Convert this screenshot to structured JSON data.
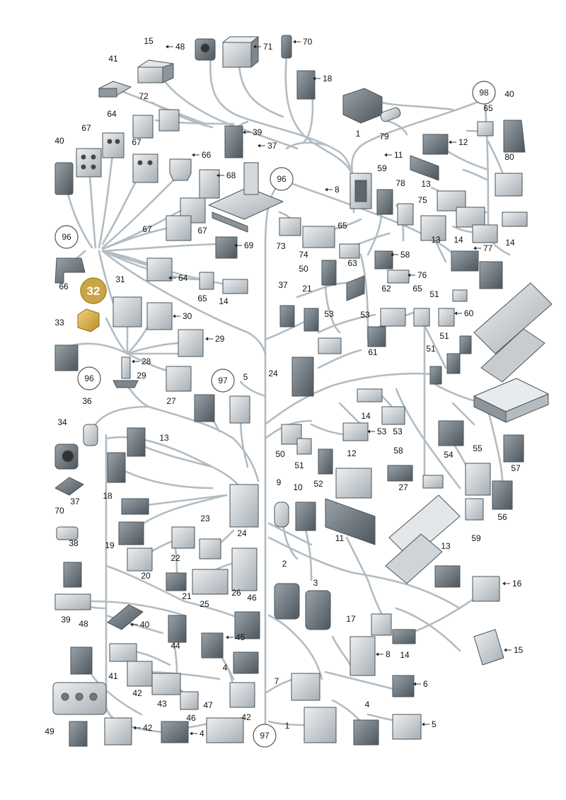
{
  "colors": {
    "wire": "#a9b4bb",
    "wire_dark": "#6d7880",
    "part_light": "#d9dde0",
    "part_mid": "#a8b0b6",
    "part_dark": "#5d666d",
    "highlight": "#c9a545",
    "highlight_ring": "#a88523",
    "ref_circle_fill": "#ffffff",
    "ref_circle_stroke": "#555555"
  },
  "references": [
    "98",
    "96",
    "96",
    "96",
    "97",
    "97"
  ],
  "highlighted_callout": "32",
  "callouts": [
    "15",
    "48",
    "71",
    "70",
    "41",
    "18",
    "72",
    "64",
    "39",
    "67",
    "67",
    "40",
    "37",
    "66",
    "68",
    "98",
    "40",
    "1",
    "65",
    "79",
    "12",
    "11",
    "80",
    "96",
    "59",
    "78",
    "8",
    "13",
    "75",
    "96",
    "67",
    "67",
    "73",
    "74",
    "65",
    "69",
    "14",
    "58",
    "77",
    "13",
    "14",
    "66",
    "64",
    "65",
    "14",
    "31",
    "30",
    "29",
    "28",
    "29",
    "33",
    "32",
    "50",
    "63",
    "37",
    "21",
    "53",
    "62",
    "65",
    "76",
    "51",
    "60",
    "53",
    "61",
    "51",
    "51",
    "24",
    "96",
    "97",
    "5",
    "27",
    "36",
    "14",
    "53",
    "53",
    "34",
    "13",
    "50",
    "51",
    "52",
    "12",
    "58",
    "27",
    "54",
    "55",
    "57",
    "37",
    "18",
    "9",
    "10",
    "11",
    "24",
    "59",
    "56",
    "70",
    "19",
    "23",
    "22",
    "20",
    "38",
    "21",
    "25",
    "26",
    "13",
    "2",
    "3",
    "16",
    "39",
    "46",
    "17",
    "40",
    "48",
    "45",
    "44",
    "14",
    "8",
    "15",
    "41",
    "4",
    "42",
    "43",
    "7",
    "6",
    "42",
    "46",
    "47",
    "4",
    "5",
    "49",
    "42",
    "4",
    "97",
    "1"
  ]
}
